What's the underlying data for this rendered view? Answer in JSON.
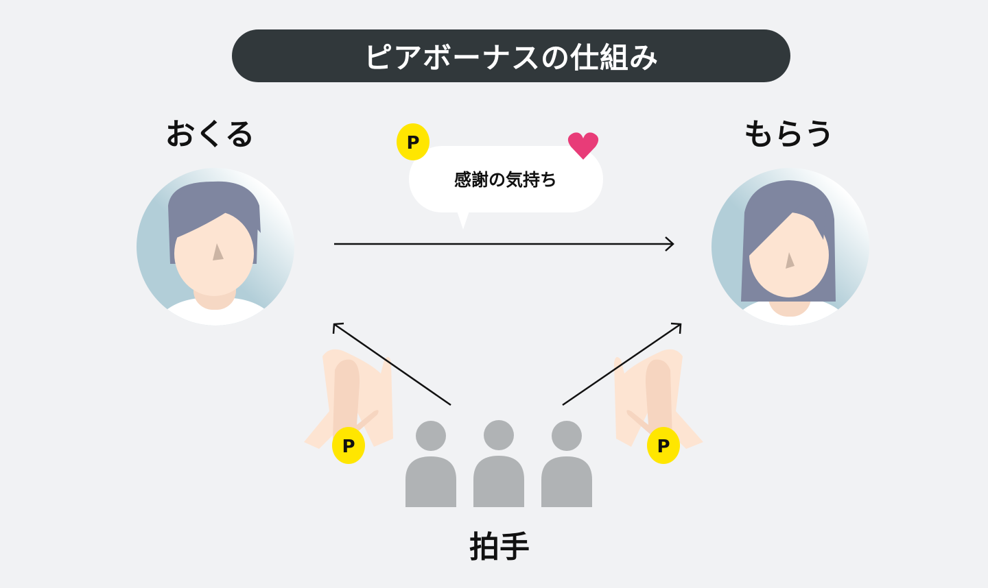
{
  "title": "ピアボーナスの仕組み",
  "sender_label": "おくる",
  "receiver_label": "もらう",
  "bubble_text": "感謝の気持ち",
  "applause_label": "拍手",
  "coin_label": "P",
  "colors": {
    "background": "#f1f2f4",
    "title_bar": "#31383b",
    "coin": "#ffe600",
    "heart": "#e83c78",
    "hair": "#7f86a0",
    "skin": "#fde4d2",
    "people": "#b0b3b5"
  }
}
